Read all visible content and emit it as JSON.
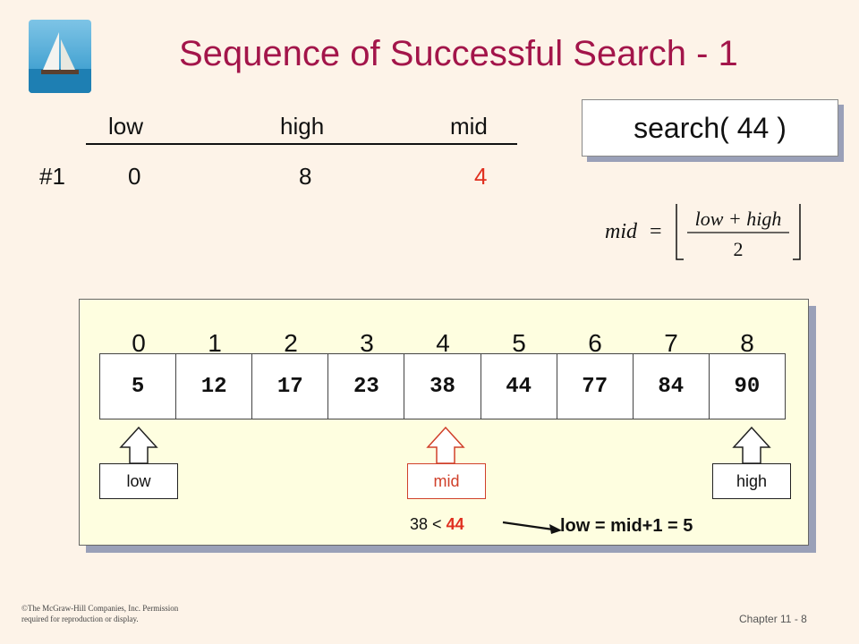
{
  "slide": {
    "title": "Sequence of Successful Search - 1",
    "footer_copyright_line1": "©The McGraw-Hill Companies, Inc. Permission",
    "footer_copyright_line2": "required for reproduction or display.",
    "slide_number": "Chapter 11 - 8"
  },
  "trace_table": {
    "headers": [
      "low",
      "high",
      "mid"
    ],
    "rows": [
      {
        "label": "#1",
        "low": "0",
        "high": "8",
        "mid": "4"
      }
    ]
  },
  "search_call": "search( 44 )",
  "formula": {
    "lhs": "mid",
    "equals": "=",
    "numerator": "low + high",
    "denominator": "2"
  },
  "array": {
    "indices": [
      "0",
      "1",
      "2",
      "3",
      "4",
      "5",
      "6",
      "7",
      "8"
    ],
    "values": [
      "5",
      "12",
      "17",
      "23",
      "38",
      "44",
      "77",
      "84",
      "90"
    ]
  },
  "pointers": {
    "low": "low",
    "mid": "mid",
    "high": "high"
  },
  "comparison": {
    "lhs": "38",
    "op": "<",
    "rhs": "44",
    "result": "low = mid+1 = 5"
  },
  "colors": {
    "title": "#a3154a",
    "mid_highlight": "#e03020",
    "panel_bg": "#fefee0",
    "page_bg": "#fdf3e8"
  }
}
